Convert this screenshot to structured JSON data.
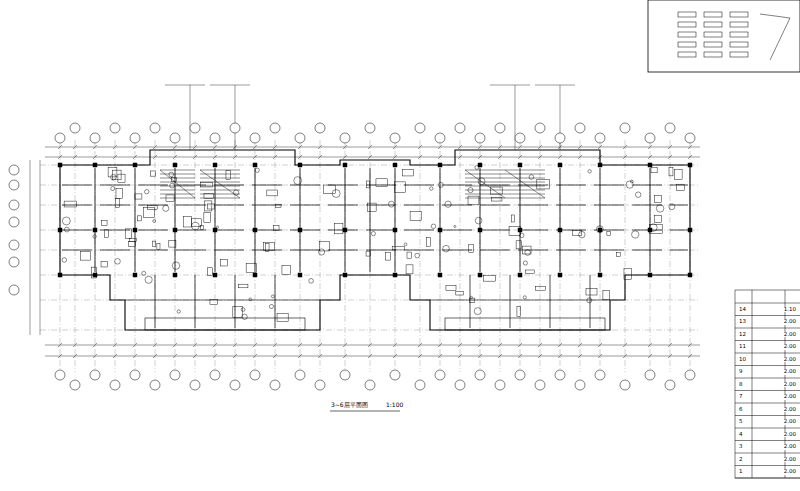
{
  "diagram": {
    "labels": [
      "3~6层平面图",
      "1:100",
      "14",
      "1.10",
      "13",
      "2.00",
      "12",
      "2.00",
      "11",
      "2.00",
      "10",
      "2.00",
      "9",
      "2.00",
      "8",
      "2.00",
      "7",
      "2.00",
      "6",
      "2.00",
      "5",
      "2.00",
      "4",
      "2.00",
      "3",
      "2.00",
      "2",
      "2.00",
      "1",
      "2.00"
    ]
  }
}
